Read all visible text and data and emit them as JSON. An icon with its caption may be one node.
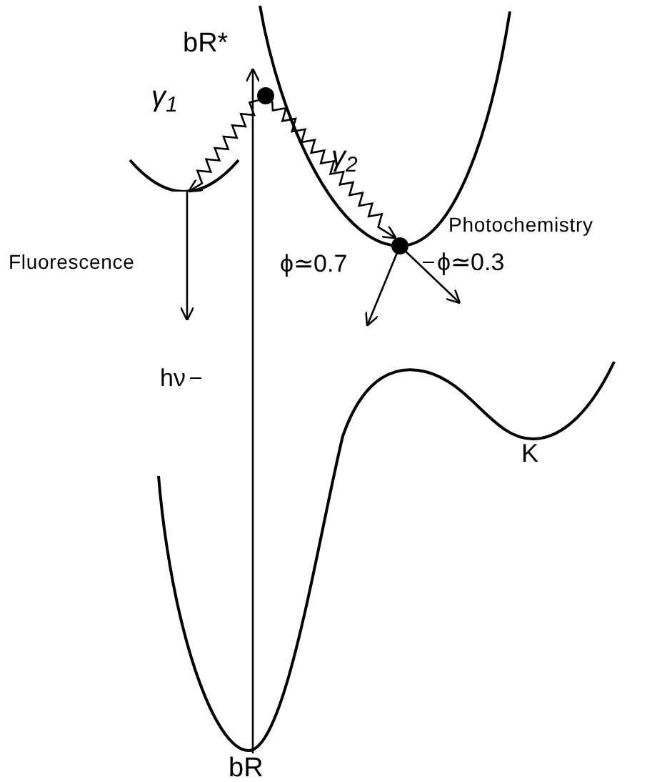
{
  "diagram": {
    "nodes": [
      {
        "text": [
          "bR"
        ]
      },
      {
        "text": [
          "bR*"
        ]
      },
      {
        "text": [],
        "shape": "circle"
      },
      {
        "text": [],
        "shape": "curve"
      },
      {
        "text": [],
        "shape": "circle",
        "beside": [
          "Photochemistry"
        ]
      }
    ],
    "edges": [
      {
        "from": 0,
        "to": 1,
        "arrow": "to",
        "label": "hν"
      },
      {
        "from": 2,
        "to": 3,
        "arrow": "to",
        "label": "γ$_{1}$"
      },
      {
        "from": 2,
        "to": 4,
        "arrow": "to",
        "label": "γ$_{2}$"
      },
      {
        "from": 3,
        "to": null,
        "arrow": "to",
        "label": "Fluorescence"
      },
      {
        "from": 4,
        "to": null,
        "arrow": "to",
        "label": "ϕ≃0.7"
      },
      {
        "from": 4,
        "to": null,
        "arrow": "to",
        "label": "ϕ≃0.3"
      }
    ],
    "labels": [
      "K"
    ]
  }
}
